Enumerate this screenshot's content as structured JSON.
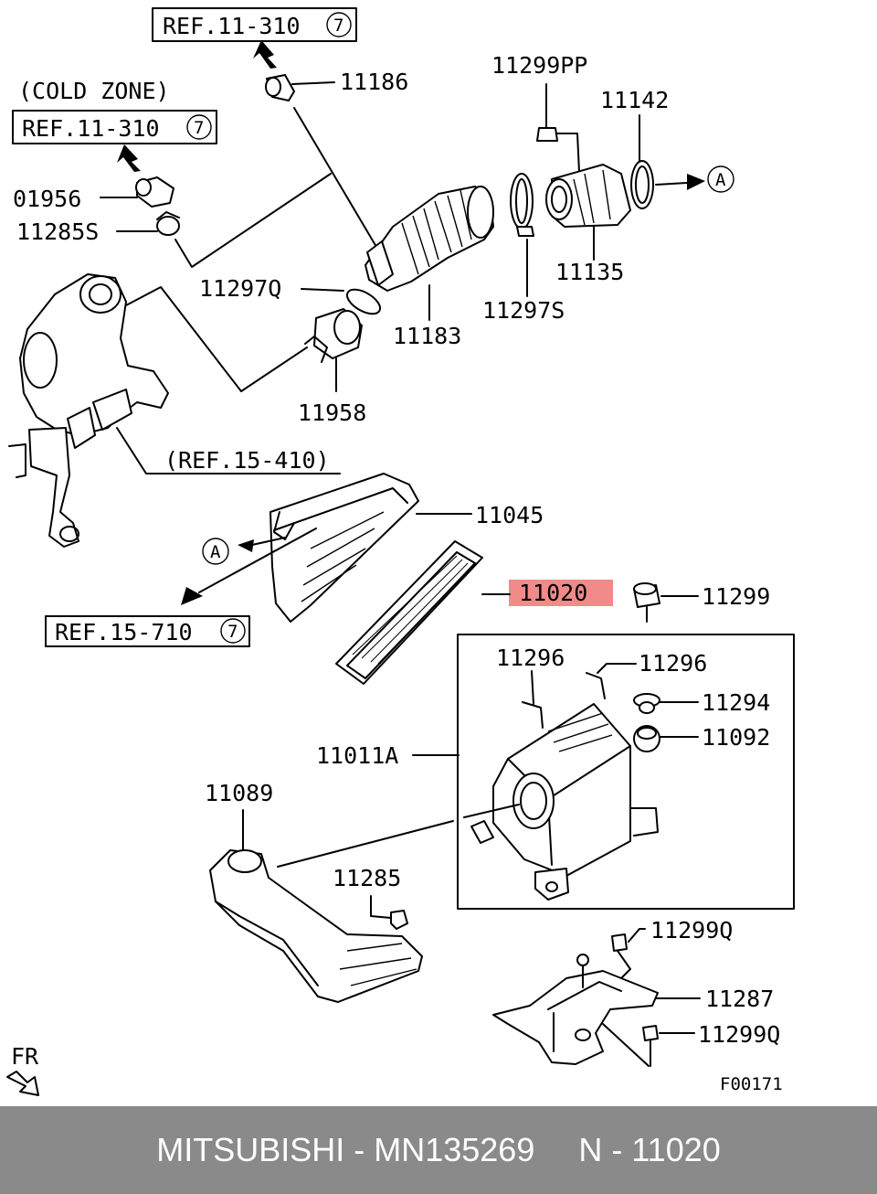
{
  "colors": {
    "highlight": "#f28a8a",
    "footer_bg": "#8a8a8a",
    "footer_text": "#ffffff",
    "ink": "#000000"
  },
  "refs": {
    "ref_top": "REF.11-310",
    "ref_top_circle": "7",
    "cold_zone": "(COLD ZONE)",
    "ref_cold": "REF.11-310",
    "ref_cold_circle": "7",
    "ref_15_410": "(REF.15-410)",
    "ref_15_710": "REF.15-710",
    "ref_15_710_circle": "7",
    "marker_a": "A"
  },
  "parts": {
    "p11186": "11186",
    "p11299PP": "11299PP",
    "p11142": "11142",
    "p01956": "01956",
    "p11285S": "11285S",
    "p11135": "11135",
    "p11297Q": "11297Q",
    "p11183": "11183",
    "p11297S": "11297S",
    "p11958": "11958",
    "p11045": "11045",
    "p11020": "11020",
    "p11299": "11299",
    "p11296a": "11296",
    "p11296b": "11296",
    "p11294": "11294",
    "p11092": "11092",
    "p11011A": "11011A",
    "p11089": "11089",
    "p11285": "11285",
    "p11299Q_top": "11299Q",
    "p11287": "11287",
    "p11299Q_bot": "11299Q"
  },
  "misc": {
    "fr": "FR",
    "fig_code": "F00171"
  },
  "footer": {
    "brand_part": "MITSUBISHI - MN135269",
    "ref_part": "N - 11020"
  }
}
